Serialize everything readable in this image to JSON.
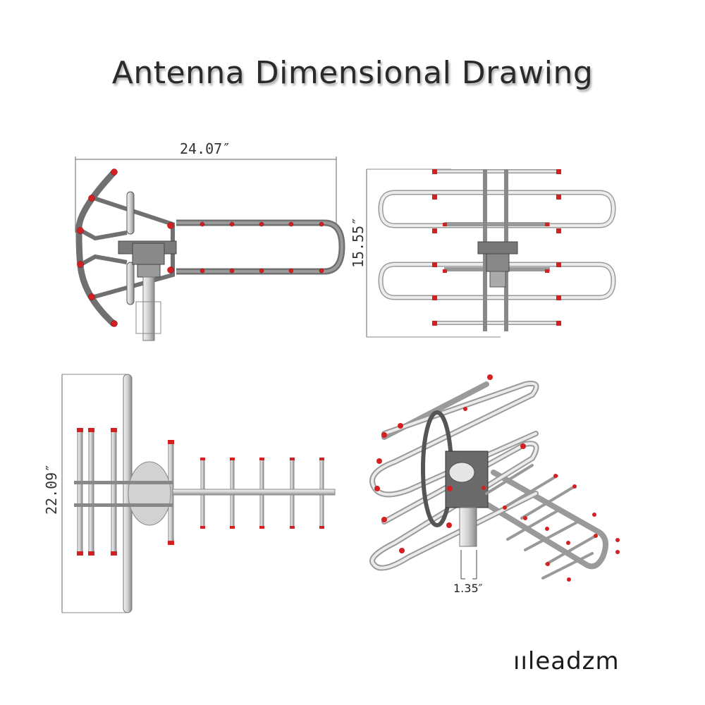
{
  "title": "Antenna Dimensional Drawing",
  "views": {
    "side_view": {
      "dimension_label": "24.07″",
      "dimension": "width"
    },
    "front_view": {
      "dimension_label": "15.55″",
      "dimension": "height"
    },
    "top_view": {
      "dimension_label": "22.09″",
      "dimension": "length"
    },
    "iso_view": {
      "dimension_label": "1.35″",
      "dimension": "mast diameter"
    }
  },
  "brand": "ııleadzm",
  "colors": {
    "element_tip": "#d42020",
    "frame": "#6e6e6e",
    "tube": "#d8d8d8",
    "line": "#555555"
  }
}
